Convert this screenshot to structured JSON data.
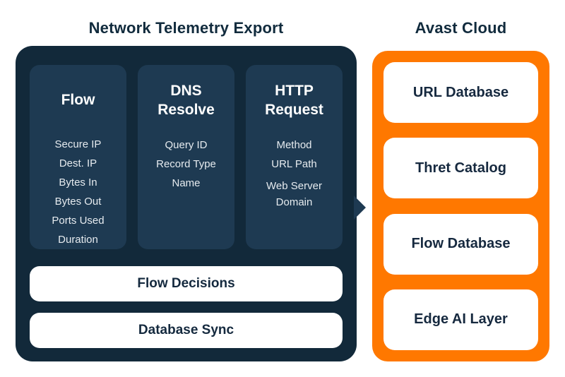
{
  "headers": {
    "left": "Network Telemetry Export",
    "right": "Avast Cloud"
  },
  "telemetry_panel": {
    "columns": [
      {
        "title": "Flow",
        "items": [
          "Secure IP",
          "Dest. IP",
          "Bytes In",
          "Bytes Out",
          "Ports Used",
          "Duration"
        ]
      },
      {
        "title": "DNS Resolve",
        "items": [
          "Query ID",
          "Record Type",
          "Name"
        ]
      },
      {
        "title": "HTTP Request",
        "items": [
          "Method",
          "URL Path",
          "Web Server Domain"
        ]
      }
    ],
    "bars": [
      {
        "label": "Flow Decisions"
      },
      {
        "label": "Database Sync"
      }
    ]
  },
  "cloud_panel": {
    "cards": [
      {
        "label": "URL Database"
      },
      {
        "label": "Thret Catalog"
      },
      {
        "label": "Flow Database"
      },
      {
        "label": "Edge AI Layer"
      }
    ]
  },
  "colors": {
    "panel_dark": "#12293a",
    "column_navy": "#1e3a52",
    "cloud_orange": "#ff7800",
    "heading_navy": "#112b3d",
    "card_text_navy": "#16293f",
    "item_text": "#e6ebef",
    "background": "#ffffff"
  }
}
